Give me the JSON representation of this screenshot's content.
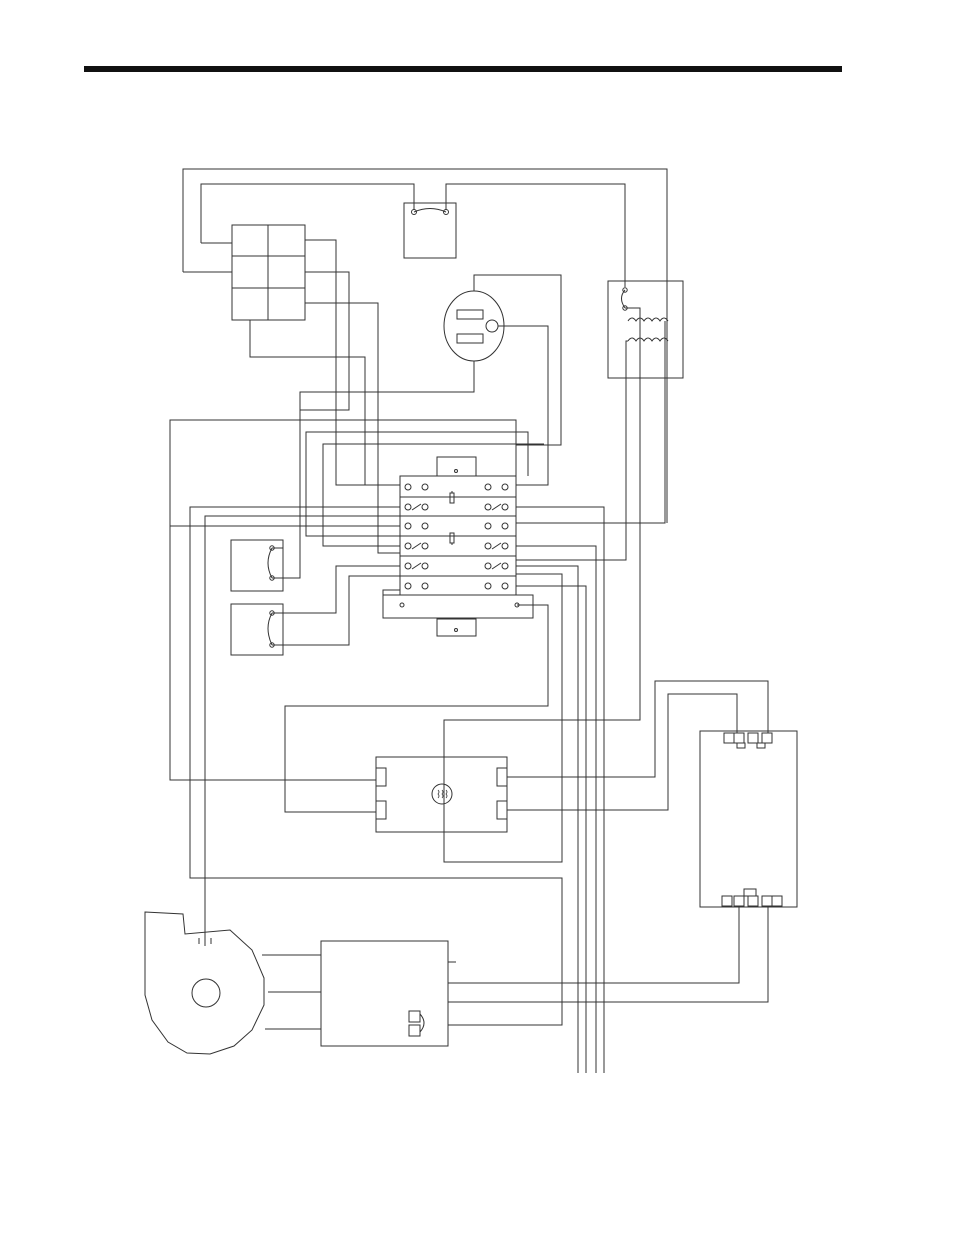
{
  "page": {
    "header_rule_color": "#111111",
    "line_color": "#333333"
  },
  "diagram": {
    "components": [
      {
        "id": "terminal-block-left",
        "kind": "terminal-block",
        "icon": "terminal-block-icon"
      },
      {
        "id": "limit-switch-top",
        "kind": "switch",
        "icon": "switch-icon"
      },
      {
        "id": "receptacle",
        "kind": "outlet",
        "icon": "outlet-icon"
      },
      {
        "id": "transformer",
        "kind": "transformer",
        "icon": "transformer-icon"
      },
      {
        "id": "relay-board",
        "kind": "relay-board",
        "icon": "relay-icon"
      },
      {
        "id": "switch-upper-left",
        "kind": "switch",
        "icon": "switch-icon"
      },
      {
        "id": "switch-lower-left",
        "kind": "switch",
        "icon": "switch-icon"
      },
      {
        "id": "motor-controller",
        "kind": "control-box",
        "icon": "coil-icon"
      },
      {
        "id": "ignition-module",
        "kind": "module",
        "icon": "module-icon"
      },
      {
        "id": "blower",
        "kind": "blower-motor",
        "icon": "blower-icon"
      },
      {
        "id": "motor-junction-box",
        "kind": "junction-box",
        "icon": "junction-box-icon"
      }
    ]
  }
}
